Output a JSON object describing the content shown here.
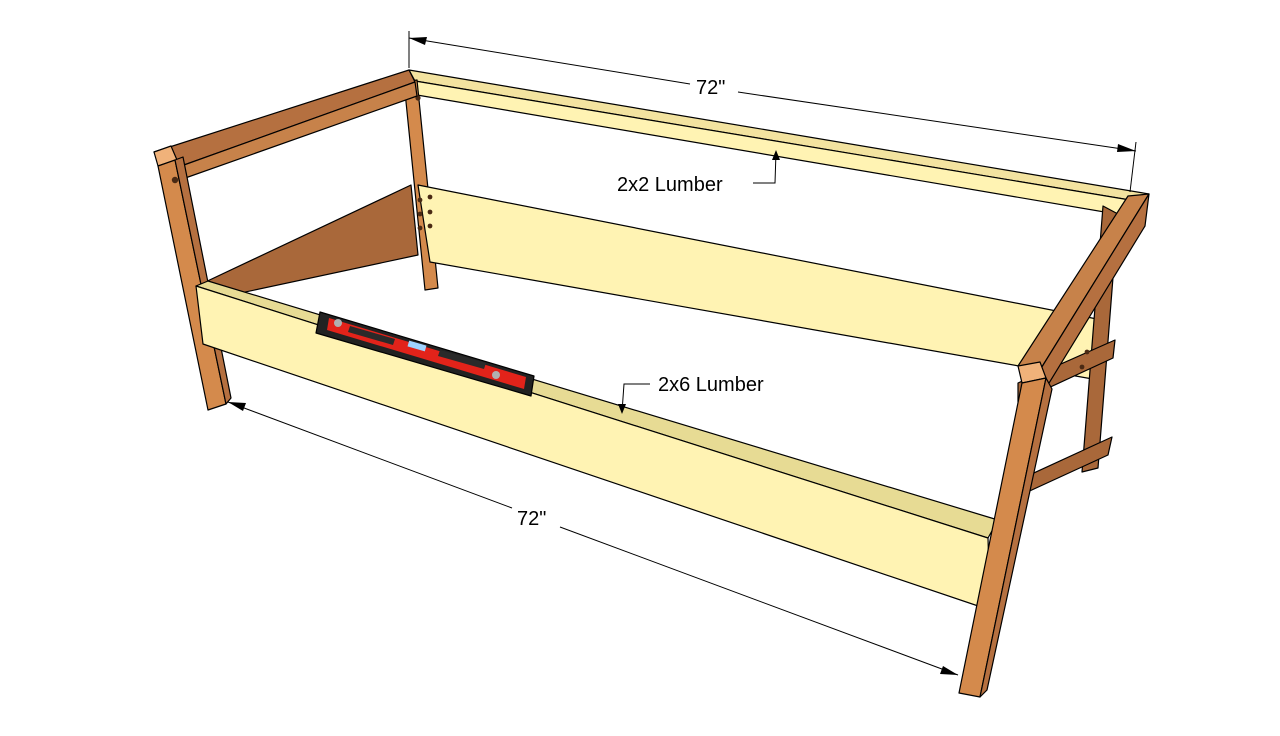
{
  "diagram": {
    "dimension_top": "72\"",
    "dimension_bottom": "72\"",
    "label_top_rail": "2x2 Lumber",
    "label_front_rail": "2x6 Lumber",
    "colors": {
      "lumber_light": "#fff3b3",
      "lumber_light_edge": "#e7db94",
      "lumber_top_face": "#f3e3a0",
      "lumber_dark": "#c7824a",
      "lumber_mid": "#d48a4c",
      "lumber_inner": "#a9683a",
      "level_red": "#e2231a",
      "level_black": "#222222"
    }
  }
}
